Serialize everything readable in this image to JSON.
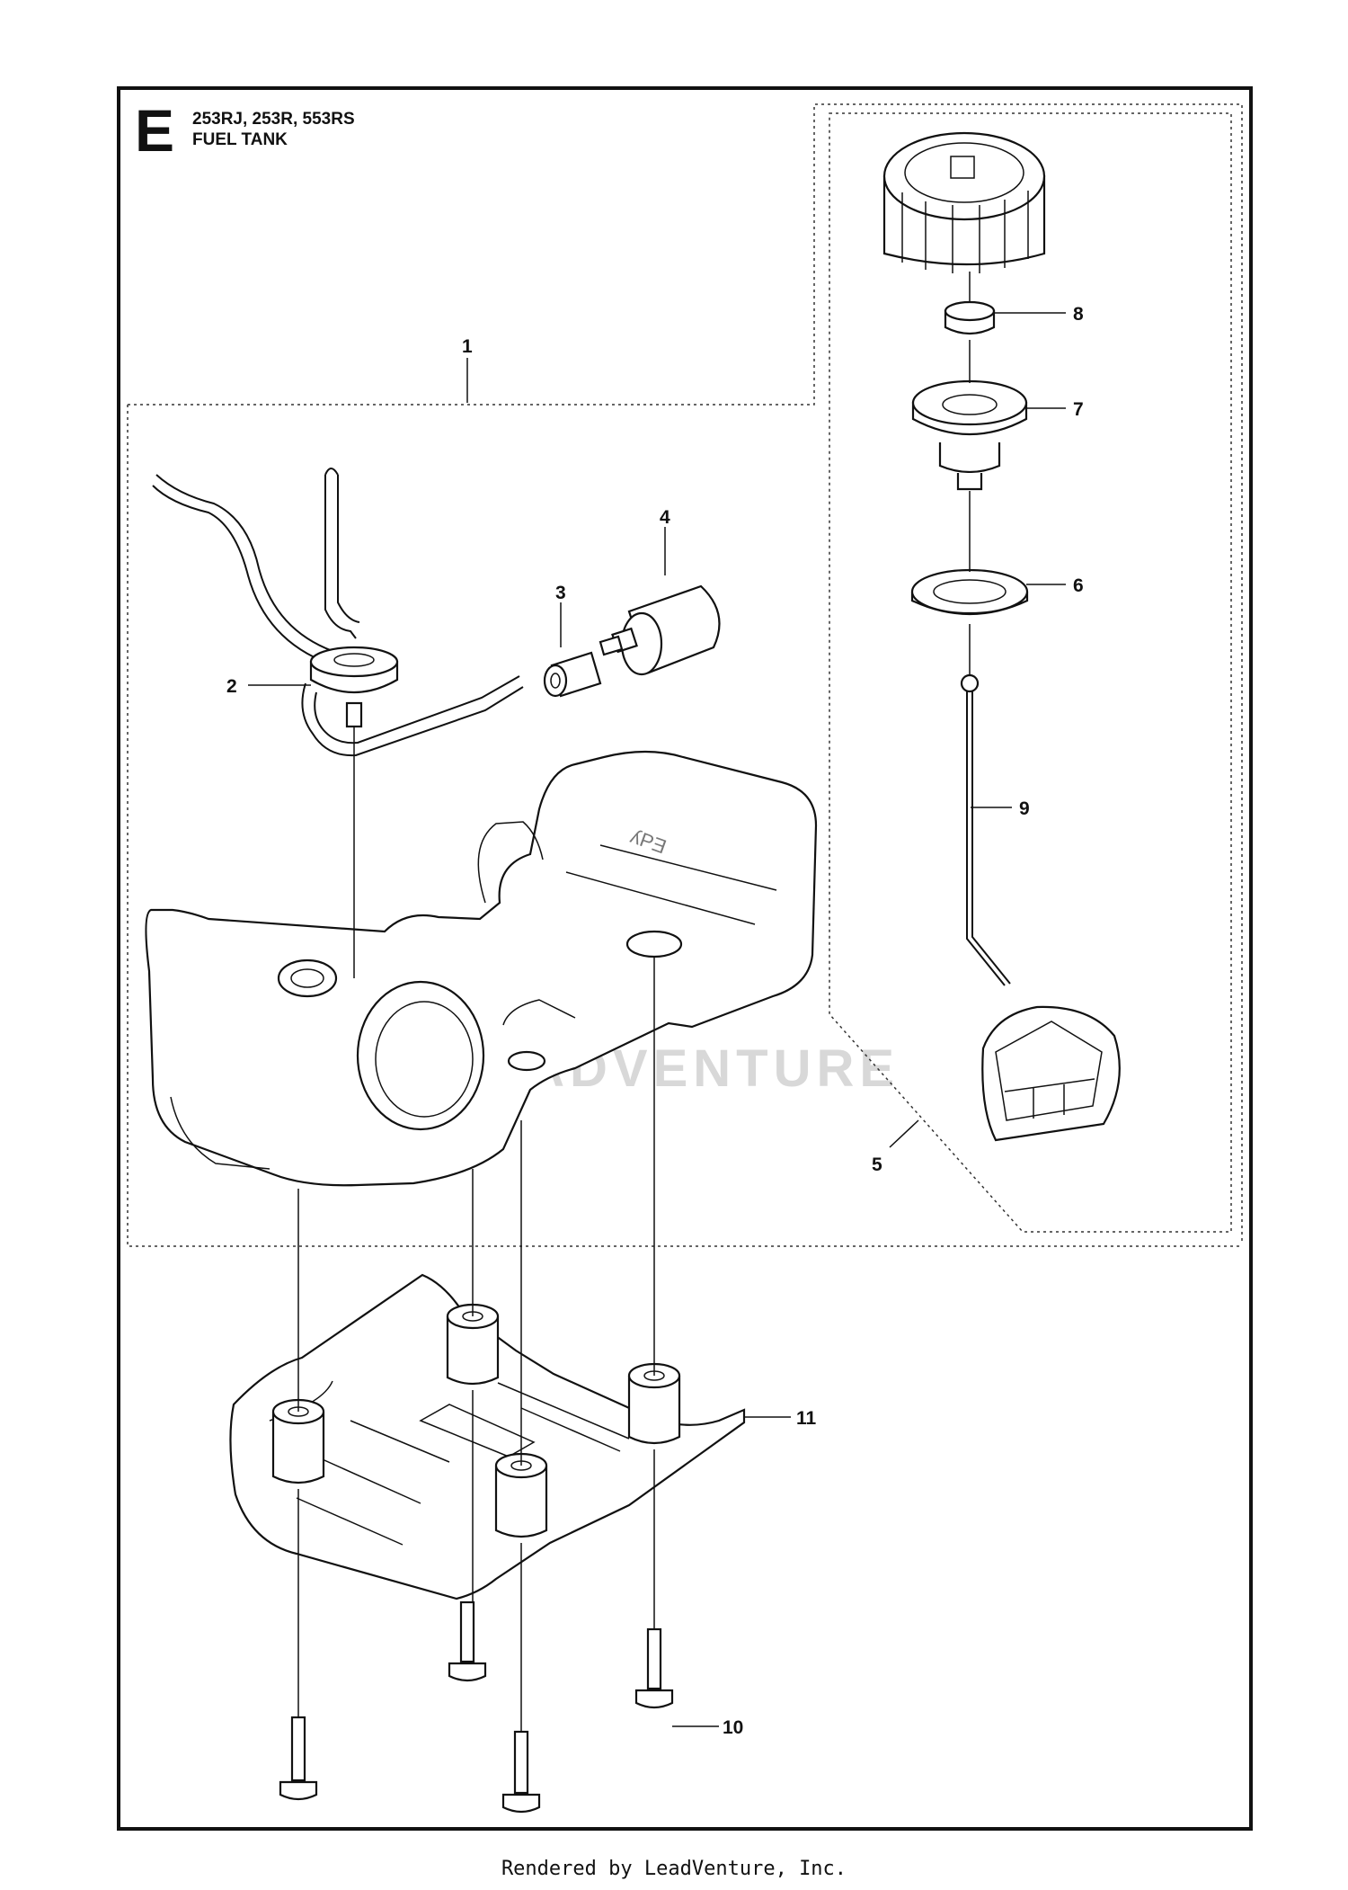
{
  "header": {
    "section_letter": "E",
    "models": "253RJ, 253R, 553RS",
    "title": "FUEL TANK"
  },
  "callouts": [
    "1",
    "2",
    "3",
    "4",
    "5",
    "6",
    "7",
    "8",
    "9",
    "10",
    "11"
  ],
  "watermark": "LEADVENTURE",
  "footer": "Rendered by LeadVenture, Inc."
}
